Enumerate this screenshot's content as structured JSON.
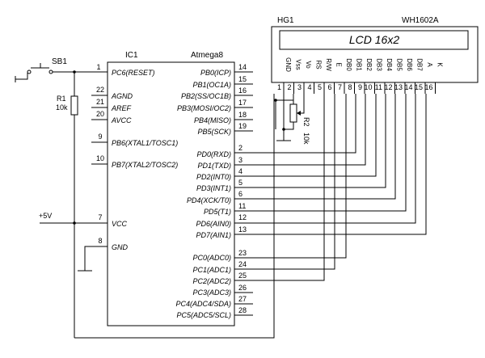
{
  "ic": {
    "ref": "IC1",
    "part": "Atmega8",
    "left_pins": [
      {
        "num": "1",
        "label": "PC6(RESET)"
      },
      {
        "num": "22",
        "label": "AGND"
      },
      {
        "num": "21",
        "label": "AREF"
      },
      {
        "num": "20",
        "label": "AVCC"
      },
      {
        "num": "9",
        "label": "PB6(XTAL1/TOSC1)"
      },
      {
        "num": "10",
        "label": "PB7(XTAL2/TOSC2)"
      },
      {
        "num": "7",
        "label": "VCC"
      },
      {
        "num": "8",
        "label": "GND"
      }
    ],
    "right_pins": [
      {
        "num": "14",
        "label": "PB0(ICP)"
      },
      {
        "num": "15",
        "label": "PB1(OC1A)"
      },
      {
        "num": "16",
        "label": "PB2(SS/OC1B)"
      },
      {
        "num": "17",
        "label": "PB3(MOSI/OC2)"
      },
      {
        "num": "18",
        "label": "PB4(MISO)"
      },
      {
        "num": "19",
        "label": "PB5(SCK)"
      },
      {
        "num": "2",
        "label": "PD0(RXD)"
      },
      {
        "num": "3",
        "label": "PD1(TXD)"
      },
      {
        "num": "4",
        "label": "PD2(INT0)"
      },
      {
        "num": "5",
        "label": "PD3(INT1)"
      },
      {
        "num": "6",
        "label": "PD4(XCK/T0)"
      },
      {
        "num": "11",
        "label": "PD5(T1)"
      },
      {
        "num": "12",
        "label": "PD6(AIN0)"
      },
      {
        "num": "13",
        "label": "PD7(AIN1)"
      },
      {
        "num": "23",
        "label": "PC0(ADC0)"
      },
      {
        "num": "24",
        "label": "PC1(ADC1)"
      },
      {
        "num": "25",
        "label": "PC2(ADC2)"
      },
      {
        "num": "26",
        "label": "PC3(ADC3)"
      },
      {
        "num": "27",
        "label": "PC4(ADC4/SDA)"
      },
      {
        "num": "28",
        "label": "PC5(ADC5/SCL)"
      }
    ]
  },
  "lcd": {
    "ref": "HG1",
    "part": "WH1602A",
    "display_text": "LCD 16x2",
    "pins": [
      {
        "num": "1",
        "label": "GND"
      },
      {
        "num": "2",
        "label": "Vss"
      },
      {
        "num": "3",
        "label": "Vo"
      },
      {
        "num": "4",
        "label": "RS"
      },
      {
        "num": "5",
        "label": "R/W"
      },
      {
        "num": "6",
        "label": "E"
      },
      {
        "num": "7",
        "label": "DB0"
      },
      {
        "num": "8",
        "label": "DB1"
      },
      {
        "num": "9",
        "label": "DB2"
      },
      {
        "num": "10",
        "label": "DB3"
      },
      {
        "num": "11",
        "label": "DB4"
      },
      {
        "num": "12",
        "label": "DB5"
      },
      {
        "num": "13",
        "label": "DB6"
      },
      {
        "num": "14",
        "label": "DB7"
      },
      {
        "num": "15",
        "label": "A"
      },
      {
        "num": "16",
        "label": "K"
      }
    ]
  },
  "switch": {
    "ref": "SB1"
  },
  "r1": {
    "ref": "R1",
    "value": "10k"
  },
  "r2": {
    "ref": "R2",
    "value": "10k"
  },
  "power": {
    "label": "+5V"
  }
}
